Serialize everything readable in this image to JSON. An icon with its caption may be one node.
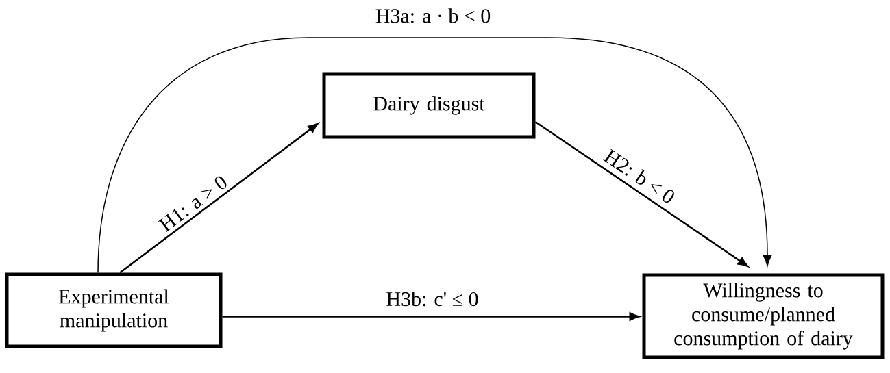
{
  "diagram": {
    "nodes": [
      {
        "text": [
          "Experimental manipulation"
        ]
      },
      {
        "text": [
          "Dairy disgust"
        ]
      },
      {
        "text": [
          "Willingness to consume/planned consumption of dairy"
        ]
      }
    ],
    "edges": [
      {
        "from": 0,
        "to": 1,
        "arrow": "to",
        "label": "H1: a > 0"
      },
      {
        "from": 1,
        "to": 2,
        "arrow": "to",
        "label": "H2: b < 0"
      },
      {
        "from": 0,
        "to": 2,
        "arrow": "to",
        "label": "H3a: a · b < 0"
      },
      {
        "from": 0,
        "to": 2,
        "arrow": "to",
        "label": "H3b: c' ≤ 0"
      }
    ]
  }
}
